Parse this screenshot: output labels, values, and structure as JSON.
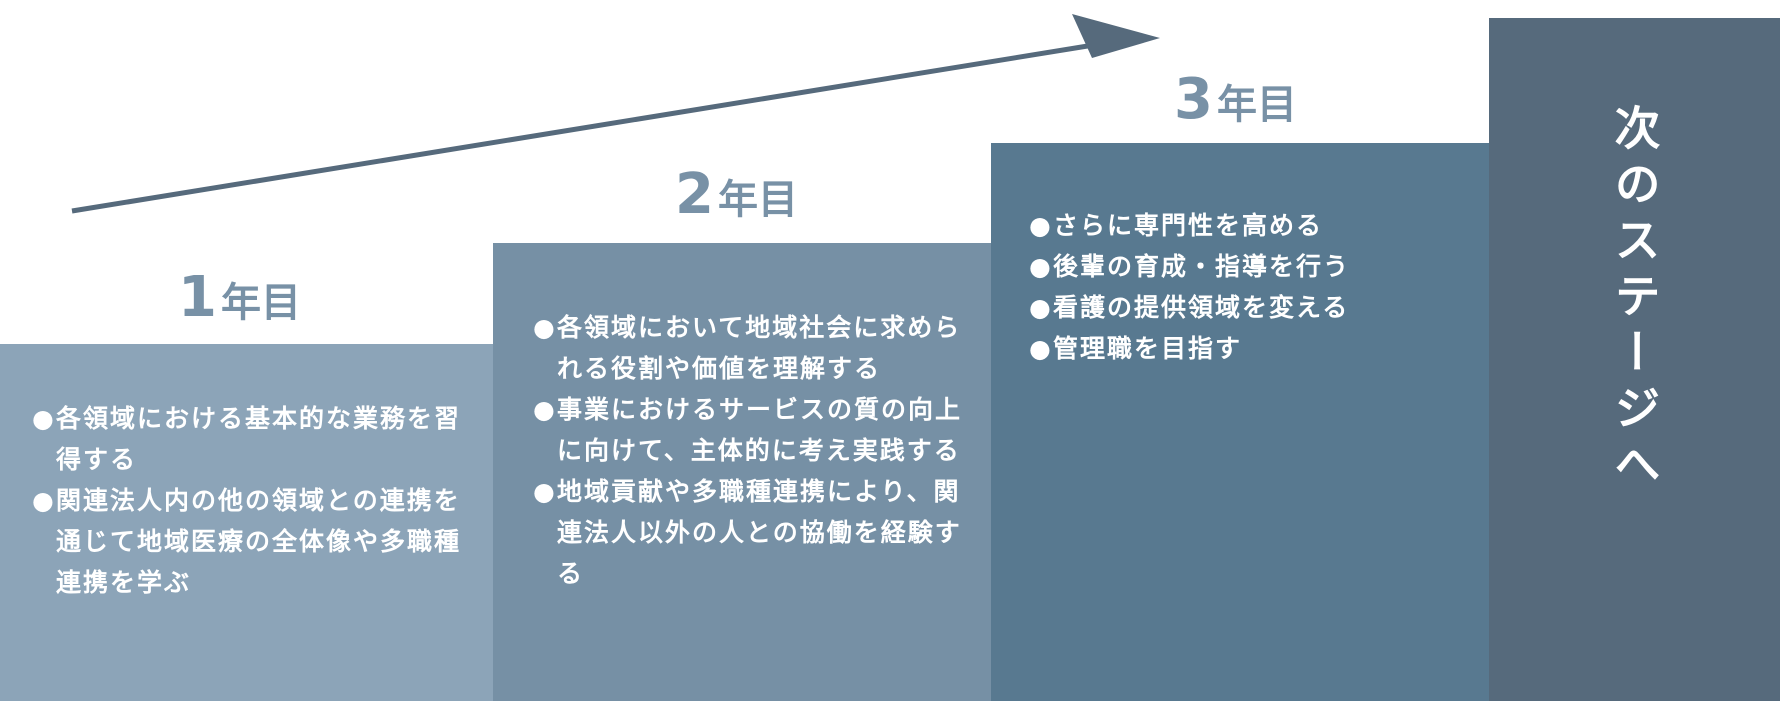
{
  "colors": {
    "step1": "#8ca4b8",
    "step2": "#7690a5",
    "step3": "#587990",
    "next": "#566a7c",
    "label": "#7891a6",
    "arrow": "#566a7c"
  },
  "steps": [
    {
      "year_num": "1",
      "year_unit": "年目",
      "items": [
        "各領域における基本的な業務を習得する",
        "関連法人内の他の領域との連携を通じて地域医療の全体像や多職種連携を学ぶ"
      ]
    },
    {
      "year_num": "2",
      "year_unit": "年目",
      "items": [
        "各領域において地域社会に求められる役割や価値を理解する",
        "事業におけるサービスの質の向上に向けて、主体的に考え実践する",
        "地域貢献や多職種連携により、関連法人以外の人との協働を経験する"
      ]
    },
    {
      "year_num": "3",
      "year_unit": "年目",
      "items": [
        "さらに専門性を高める",
        "後輩の育成・指導を行う",
        "看護の提供領域を変える",
        "管理職を目指す"
      ]
    }
  ],
  "bullet": "●",
  "next_stage": "次のステージへ"
}
